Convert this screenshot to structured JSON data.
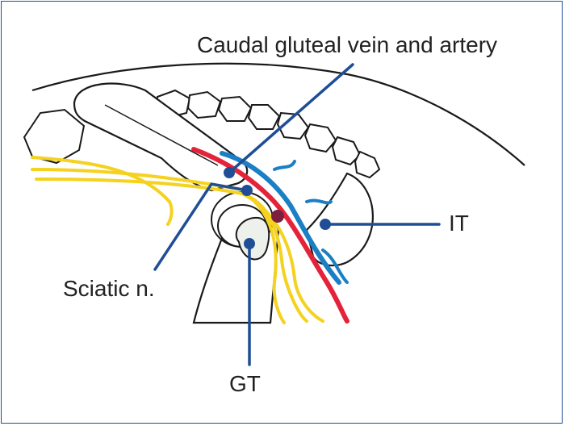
{
  "labels": {
    "vessels": "Caudal gluteal vein and artery",
    "it": "IT",
    "sciatic": "Sciatic n.",
    "gt": "GT"
  },
  "colors": {
    "frame": "#1f4e96",
    "pointer": "#1f4e96",
    "outline": "#1a1a1a",
    "nerve": "#f4d21f",
    "artery": "#e4233a",
    "vein": "#1a7fc4",
    "ischiatic_dot": "#7a1f3d"
  },
  "pointer_style": "filled-dot"
}
